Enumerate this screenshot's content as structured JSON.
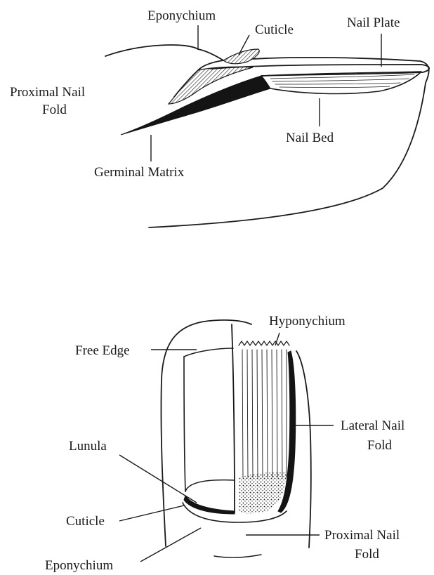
{
  "side_view": {
    "labels": {
      "eponychium": "Eponychium",
      "cuticle": "Cuticle",
      "nail_plate": "Nail Plate",
      "proximal_nail_fold_line1": "Proximal Nail",
      "proximal_nail_fold_line2": "Fold",
      "nail_bed": "Nail Bed",
      "germinal_matrix": "Germinal Matrix"
    }
  },
  "top_view": {
    "labels": {
      "hyponychium": "Hyponychium",
      "free_edge": "Free Edge",
      "lateral_nail_fold_line1": "Lateral Nail",
      "lateral_nail_fold_line2": "Fold",
      "lunula": "Lunula",
      "cuticle": "Cuticle",
      "proximal_nail_fold_line1": "Proximal Nail",
      "proximal_nail_fold_line2": "Fold",
      "eponychium": "Eponychium"
    }
  }
}
